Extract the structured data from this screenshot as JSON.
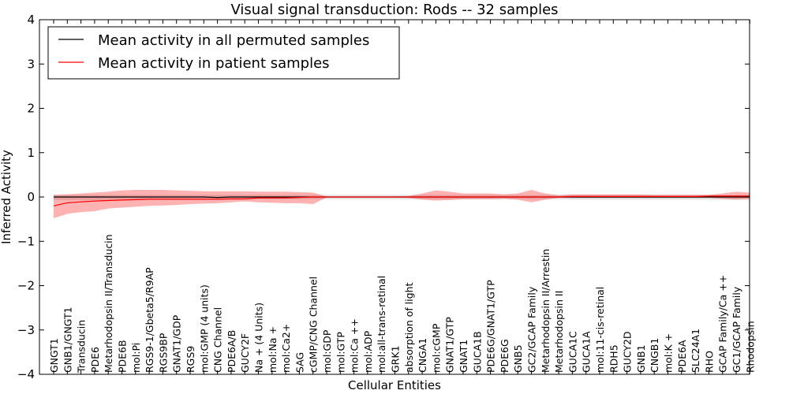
{
  "chart_data": {
    "type": "line",
    "title": "Visual signal transduction: Rods -- 32 samples",
    "xlabel": "Cellular Entities",
    "ylabel": "Inferred Activity",
    "ylim": [
      -4,
      4
    ],
    "yticks": [
      -4,
      -3,
      -2,
      -1,
      0,
      1,
      2,
      3,
      4
    ],
    "ytick_labels": [
      "−4",
      "−3",
      "−2",
      "−1",
      "0",
      "1",
      "2",
      "3",
      "4"
    ],
    "grid": false,
    "legend_position": "top-left",
    "categories": [
      "GNGT1",
      "GNB1/GNGT1",
      "Transducin",
      "PDE6",
      "Metarhodopsin II/Transducin",
      "PDE6B",
      "mol:Pi",
      "RGS9-1/Gbeta5/R9AP",
      "RGS9BP",
      "GNAT1/GDP",
      "RGS9",
      "mol:GMP (4 units)",
      "CNG Channel",
      "PDE6A/B",
      "GUCY2F",
      "Na + (4 Units)",
      "mol:Na +",
      "mol:Ca2+",
      "SAG",
      "cGMP/CNG Channel",
      "mol:GDP",
      "mol:GTP",
      "mol:Ca ++",
      "mol:ADP",
      "mol:all-trans-retinal",
      "GRK1",
      "absorption of light",
      "CNGA1",
      "mol:cGMP",
      "GNAT1/GTP",
      "GNAT1",
      "GUCA1B",
      "PDE6G/GNAT1/GTP",
      "PDE6G",
      "GNB5",
      "GC2/GCAP Family",
      "Metarhodopsin II/Arrestin",
      "Metarhodopsin II",
      "GUCA1C",
      "GUCA1A",
      "mol:11-cis-retinal",
      "RDH5",
      "GUCY2D",
      "GNB1",
      "CNGB1",
      "mol:K +",
      "PDE6A",
      "SLC24A1",
      "RHO",
      "GCAP Family/Ca ++",
      "GC1/GCAP Family",
      "Rhodopsin"
    ],
    "series": [
      {
        "name": "Mean activity in all permuted samples",
        "color": "#000000",
        "band_color": "#b3b3b3",
        "values": [
          0.0,
          0.0,
          0.0,
          0.0,
          0.0,
          0.0,
          0.0,
          0.0,
          0.0,
          0.0,
          0.0,
          0.0,
          -0.01,
          0.0,
          0.0,
          0.0,
          0.0,
          0.0,
          0.0,
          0.0,
          0.0,
          0.0,
          0.0,
          0.0,
          0.0,
          0.0,
          0.0,
          0.0,
          0.0,
          0.0,
          0.0,
          0.0,
          0.0,
          0.0,
          0.0,
          0.0,
          0.0,
          0.0,
          0.0,
          0.0,
          0.0,
          0.0,
          0.0,
          0.0,
          0.0,
          0.0,
          0.0,
          0.0,
          0.0,
          0.0,
          0.0,
          0.0
        ],
        "upper": [
          0.05,
          0.05,
          0.05,
          0.05,
          0.05,
          0.05,
          0.05,
          0.05,
          0.05,
          0.05,
          0.05,
          0.05,
          0.05,
          0.05,
          0.05,
          0.05,
          0.05,
          0.05,
          0.05,
          0.05,
          0.05,
          0.05,
          0.05,
          0.05,
          0.05,
          0.05,
          0.05,
          0.05,
          0.05,
          0.05,
          0.05,
          0.05,
          0.05,
          0.05,
          0.05,
          0.05,
          0.05,
          0.05,
          0.05,
          0.05,
          0.05,
          0.05,
          0.05,
          0.05,
          0.05,
          0.05,
          0.05,
          0.05,
          0.05,
          0.05,
          0.05,
          0.05
        ],
        "lower": [
          -0.07,
          -0.07,
          -0.07,
          -0.07,
          -0.07,
          -0.07,
          -0.07,
          -0.07,
          -0.07,
          -0.07,
          -0.07,
          -0.07,
          -0.07,
          -0.07,
          -0.07,
          -0.05,
          -0.05,
          -0.05,
          -0.05,
          -0.05,
          -0.05,
          -0.05,
          -0.05,
          -0.05,
          -0.05,
          -0.05,
          -0.05,
          -0.05,
          -0.05,
          -0.05,
          -0.05,
          -0.05,
          -0.05,
          -0.05,
          -0.05,
          -0.05,
          -0.05,
          -0.05,
          -0.06,
          -0.06,
          -0.06,
          -0.06,
          -0.06,
          -0.06,
          -0.06,
          -0.06,
          -0.06,
          -0.06,
          -0.06,
          -0.06,
          -0.06,
          -0.06
        ]
      },
      {
        "name": "Mean activity in patient samples",
        "color": "#ff0000",
        "band_color": "#ff0000",
        "values": [
          -0.2,
          -0.13,
          -0.11,
          -0.09,
          -0.08,
          -0.07,
          -0.06,
          -0.05,
          -0.05,
          -0.05,
          -0.05,
          -0.05,
          -0.05,
          -0.04,
          -0.04,
          -0.02,
          -0.02,
          -0.02,
          -0.01,
          0.0,
          0.0,
          0.0,
          0.0,
          0.0,
          0.0,
          0.0,
          0.0,
          0.0,
          0.0,
          0.0,
          0.0,
          0.0,
          0.0,
          0.0,
          0.0,
          0.0,
          0.0,
          0.0,
          0.01,
          0.01,
          0.01,
          0.01,
          0.01,
          0.01,
          0.01,
          0.01,
          0.01,
          0.01,
          0.02,
          0.02,
          0.02,
          0.02
        ],
        "upper": [
          0.05,
          0.06,
          0.08,
          0.1,
          0.12,
          0.15,
          0.16,
          0.16,
          0.16,
          0.15,
          0.14,
          0.13,
          0.13,
          0.13,
          0.13,
          0.12,
          0.12,
          0.12,
          0.11,
          0.1,
          0.01,
          0.01,
          0.01,
          0.01,
          0.01,
          0.01,
          0.02,
          0.08,
          0.15,
          0.12,
          0.08,
          0.08,
          0.08,
          0.06,
          0.08,
          0.16,
          0.08,
          0.04,
          0.06,
          0.06,
          0.06,
          0.06,
          0.06,
          0.06,
          0.05,
          0.05,
          0.05,
          0.05,
          0.05,
          0.08,
          0.12,
          0.1
        ],
        "lower": [
          -0.48,
          -0.38,
          -0.34,
          -0.32,
          -0.26,
          -0.24,
          -0.22,
          -0.2,
          -0.19,
          -0.18,
          -0.16,
          -0.15,
          -0.14,
          -0.12,
          -0.1,
          -0.12,
          -0.13,
          -0.14,
          -0.14,
          -0.16,
          -0.01,
          -0.01,
          -0.01,
          -0.01,
          -0.01,
          -0.01,
          -0.02,
          -0.06,
          -0.08,
          -0.07,
          -0.05,
          -0.05,
          -0.05,
          -0.04,
          -0.06,
          -0.12,
          -0.06,
          -0.02,
          -0.02,
          -0.02,
          -0.02,
          -0.02,
          -0.02,
          -0.02,
          -0.02,
          -0.02,
          -0.02,
          -0.02,
          -0.02,
          -0.04,
          -0.06,
          -0.04
        ]
      }
    ]
  }
}
